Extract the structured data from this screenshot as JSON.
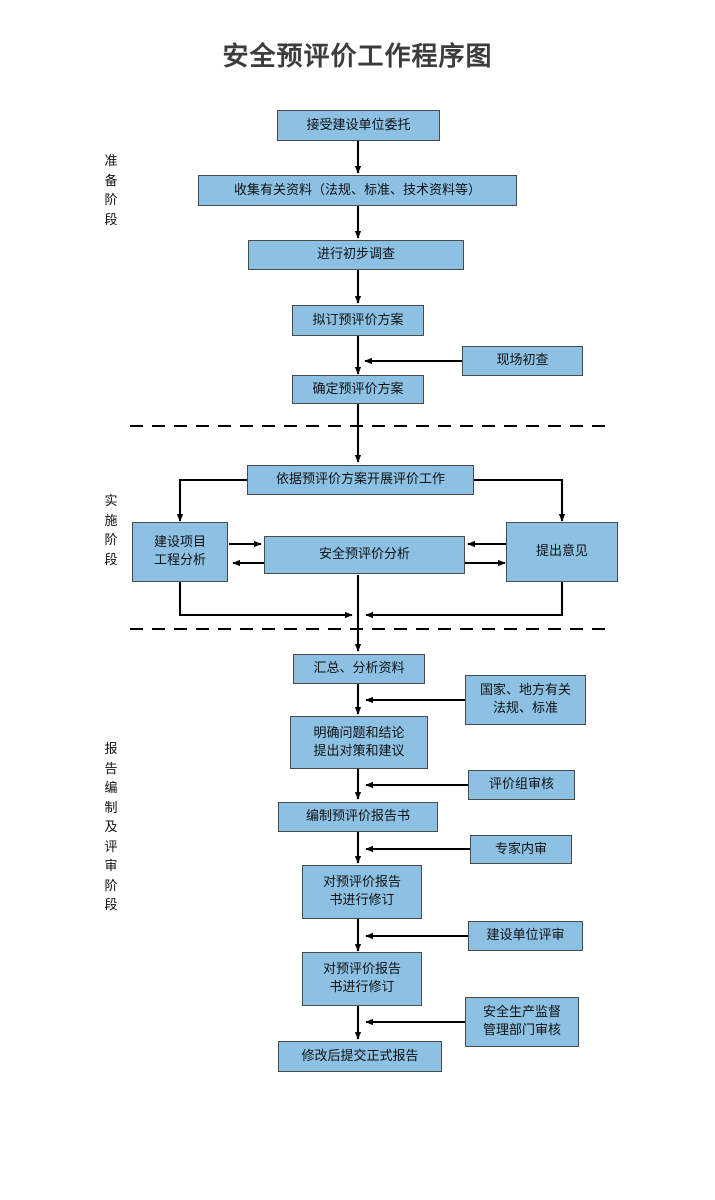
{
  "title": "安全预评价工作程序图",
  "colors": {
    "node_fill": "#8CC1E4",
    "node_border": "#4a4a4a",
    "line": "#000000",
    "title_text": "#3c3c3c",
    "divider": "#000000"
  },
  "stages": [
    {
      "id": "preparation",
      "label": "准备阶段"
    },
    {
      "id": "implementation",
      "label": "实施阶段"
    },
    {
      "id": "reporting",
      "label": "报告编制及评审阶段"
    }
  ],
  "nodes": {
    "accept_commission": {
      "text": "接受建设单位委托"
    },
    "collect_data": {
      "text": "收集有关资料（法规、标准、技术资料等）"
    },
    "preliminary_survey": {
      "text": "进行初步调查"
    },
    "draft_plan": {
      "text": "拟订预评价方案"
    },
    "site_survey": {
      "text": "现场初查"
    },
    "confirm_plan": {
      "text": "确定预评价方案"
    },
    "carry_out_evaluation": {
      "text": "依据预评价方案开展评价工作"
    },
    "project_engineering_analysis": {
      "text": "建设项目\n工程分析"
    },
    "safety_pre_evaluation_analysis": {
      "text": "安全预评价分析"
    },
    "propose_opinions": {
      "text": "提出意见"
    },
    "summarize_analyze": {
      "text": "汇总、分析资料"
    },
    "national_local_regs": {
      "text": "国家、地方有关\n法规、标准"
    },
    "clarify_conclusions": {
      "text": "明确问题和结论\n提出对策和建议"
    },
    "review_group": {
      "text": "评价组审核"
    },
    "compile_report": {
      "text": "编制预评价报告书"
    },
    "expert_internal_review": {
      "text": "专家内审"
    },
    "revise_report_1": {
      "text": "对预评价报告\n书进行修订"
    },
    "construction_unit_review": {
      "text": "建设单位评审"
    },
    "revise_report_2": {
      "text": "对预评价报告\n书进行修订"
    },
    "safety_bureau_review": {
      "text": "安全生产监督\n管理部门审核"
    },
    "submit_final_report": {
      "text": "修改后提交正式报告"
    }
  },
  "chart_data": {
    "type": "flowchart",
    "title": "安全预评价工作程序图",
    "orientation": "top-to-bottom",
    "stage_dividers": 2,
    "sections": [
      {
        "stage": "准备阶段",
        "steps": [
          "接受建设单位委托",
          "收集有关资料（法规、标准、技术资料等）",
          "进行初步调查",
          "拟订预评价方案",
          "确定预评价方案"
        ],
        "side_inputs": [
          {
            "from": "现场初查",
            "into": "确定预评价方案"
          }
        ]
      },
      {
        "stage": "实施阶段",
        "steps": [
          "依据预评价方案开展评价工作",
          "建设项目工程分析",
          "安全预评价分析",
          "提出意见"
        ],
        "relations": [
          {
            "from": "依据预评价方案开展评价工作",
            "to": "建设项目工程分析",
            "type": "arrow"
          },
          {
            "from": "依据预评价方案开展评价工作",
            "to": "提出意见",
            "type": "arrow"
          },
          {
            "from": "建设项目工程分析",
            "to": "安全预评价分析",
            "type": "bidirectional"
          },
          {
            "from": "提出意见",
            "to": "安全预评价分析",
            "type": "bidirectional"
          },
          {
            "from": "建设项目工程分析",
            "to": "汇总、分析资料",
            "type": "arrow"
          },
          {
            "from": "提出意见",
            "to": "汇总、分析资料",
            "type": "arrow"
          }
        ]
      },
      {
        "stage": "报告编制及评审阶段",
        "steps": [
          "汇总、分析资料",
          "明确问题和结论提出对策和建议",
          "编制预评价报告书",
          "对预评价报告书进行修订",
          "对预评价报告书进行修订",
          "修改后提交正式报告"
        ],
        "side_inputs": [
          {
            "from": "国家、地方有关法规、标准",
            "into": "明确问题和结论提出对策和建议"
          },
          {
            "from": "评价组审核",
            "into": "编制预评价报告书"
          },
          {
            "from": "专家内审",
            "into": "对预评价报告书进行修订"
          },
          {
            "from": "建设单位评审",
            "into": "对预评价报告书进行修订"
          },
          {
            "from": "安全生产监督管理部门审核",
            "into": "修改后提交正式报告"
          }
        ]
      }
    ]
  }
}
